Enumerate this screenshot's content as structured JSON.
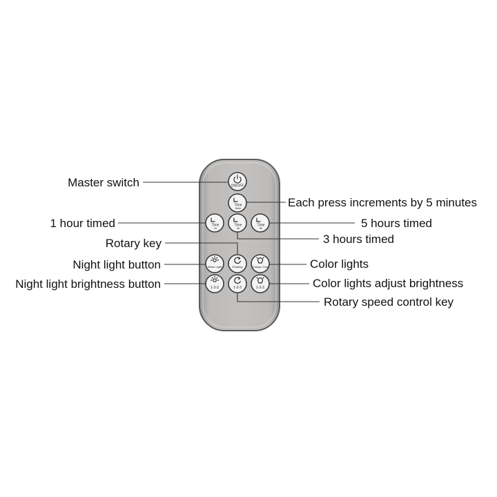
{
  "colors": {
    "remote_body": "#b9b7b5",
    "remote_edge": "#5b5b5b",
    "button_face": "#f4f4f4",
    "label_text": "#111111",
    "leader_line": "#333333"
  },
  "remote": {
    "buttons": {
      "power": {
        "icon": "power-icon",
        "caption": "ON/OFF"
      },
      "timer_5min": {
        "icon": "clock-icon",
        "caption": "Time",
        "sub": "5min"
      },
      "timer_1h": {
        "icon": "clock-icon",
        "caption": "Time",
        "sub": "1h"
      },
      "timer_3h": {
        "icon": "clock-icon",
        "caption": "Time",
        "sub": "3h"
      },
      "timer_5h": {
        "icon": "clock-icon",
        "caption": "Time",
        "sub": "5h"
      },
      "warm_light": {
        "icon": "sun-icon",
        "caption": "Warm Light"
      },
      "rotating": {
        "icon": "rotate-icon",
        "caption": "Rotating"
      },
      "change_color": {
        "icon": "bulb-icon",
        "caption": "Change Color"
      },
      "warm_brightness": {
        "icon": "sun-icon",
        "caption": "1-2-3"
      },
      "rotate_speed": {
        "icon": "rotate-icon",
        "caption": "1-2-3"
      },
      "color_brightness": {
        "icon": "bulb-icon",
        "caption": "1-2-3"
      }
    }
  },
  "labels": {
    "master_switch": "Master switch",
    "each_press": "Each press increments by 5 minutes",
    "one_hour": "1 hour timed",
    "five_hours": "5 hours timed",
    "rotary_key": "Rotary key",
    "three_hours": "3 hours timed",
    "night_light_button": "Night light button",
    "color_lights": "Color lights",
    "night_light_brightness": "Night light brightness button",
    "color_lights_brightness": "Color lights adjust brightness",
    "rotary_speed": "Rotary speed control key"
  }
}
